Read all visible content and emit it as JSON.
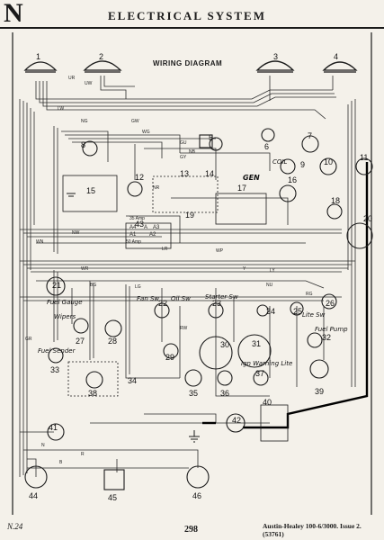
{
  "header": {
    "section_letter": "N",
    "title": "ELECTRICAL SYSTEM"
  },
  "diagram": {
    "title": "WIRING DIAGRAM",
    "components": [
      "1",
      "2",
      "3",
      "4",
      "5",
      "6",
      "7",
      "8",
      "9",
      "10",
      "11",
      "12",
      "13",
      "14",
      "15",
      "16",
      "17",
      "18",
      "19",
      "20",
      "21",
      "22",
      "23",
      "24",
      "25",
      "26",
      "27",
      "28",
      "29",
      "30",
      "31",
      "32",
      "33",
      "34",
      "35",
      "36",
      "37",
      "38",
      "39",
      "40",
      "41",
      "42",
      "43",
      "44",
      "45",
      "46"
    ],
    "handwritten_notes": [
      "COIL",
      "GEN",
      "Fuel Gauge",
      "Wipers",
      "Fuel Sender",
      "Oil Sw",
      "Fan Sw",
      "Starter Sw",
      "Lite Sw",
      "Fuel Pump",
      "Ign Warning Lite"
    ],
    "terminal_labels": [
      "A1",
      "A2",
      "A4",
      "A",
      "A3",
      "35 Amp",
      "50 Amp"
    ],
    "wire_codes": [
      "UR",
      "UW",
      "NG",
      "GW",
      "WG",
      "NR",
      "GU",
      "GY",
      "NB",
      "LW",
      "B",
      "N",
      "R",
      "WR",
      "RW",
      "GR",
      "WP",
      "LR",
      "Y",
      "LY",
      "NU",
      "BG",
      "LG",
      "WN",
      "RG",
      "NW"
    ]
  },
  "footer": {
    "left": "N.24",
    "page": "298",
    "right": "Austin-Healey 100-6/3000.   Issue 2.   (53761)"
  },
  "colors": {
    "paper": "#f4f1ea",
    "ink": "#1a1a1a",
    "harness": "#2b2b2b",
    "heavy_cable": "#000000"
  }
}
